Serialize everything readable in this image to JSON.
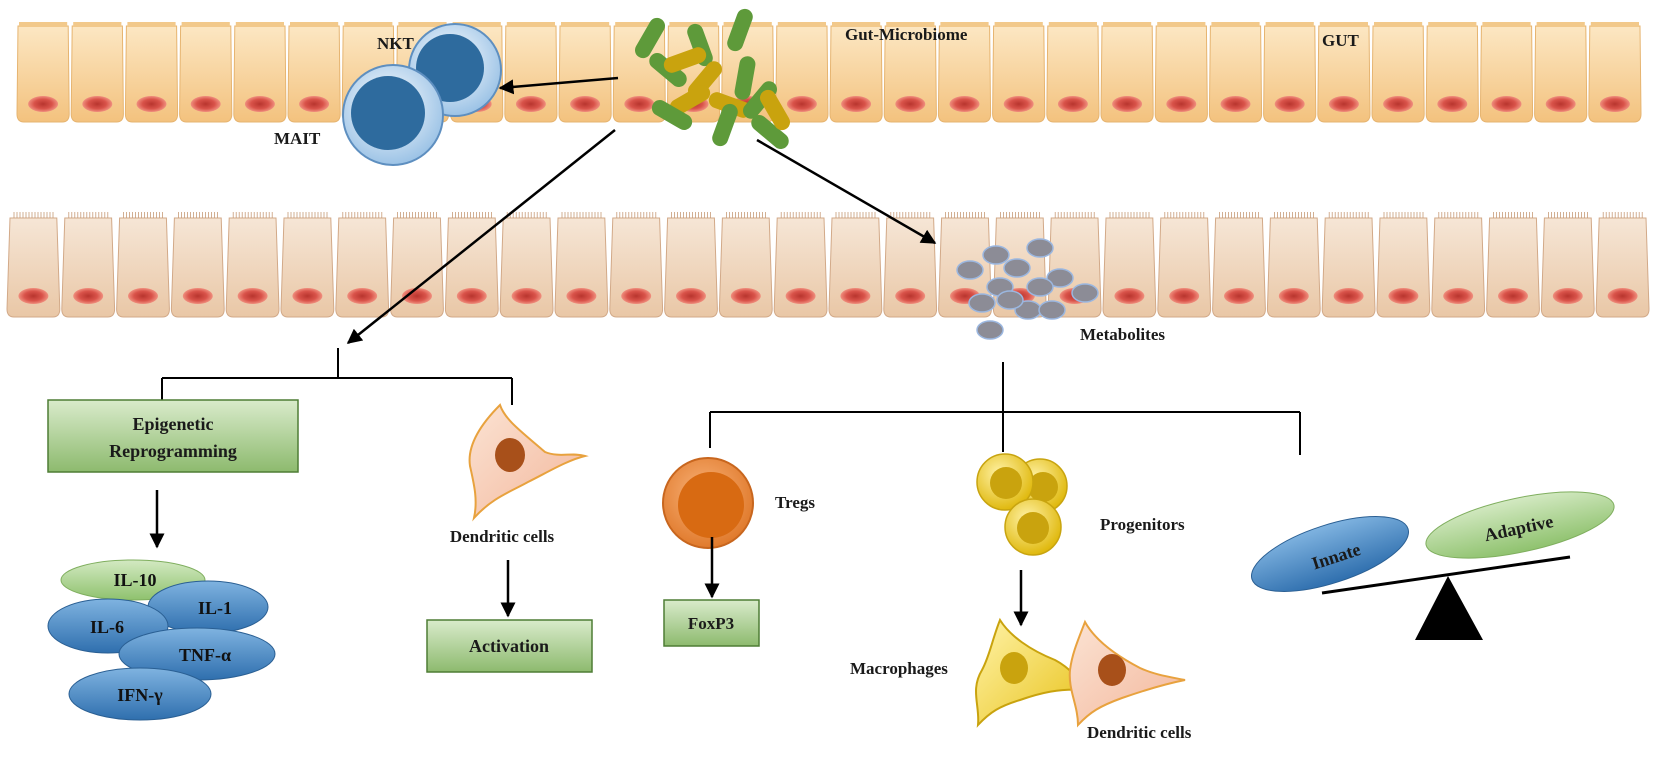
{
  "labels": {
    "nkt": "NKT",
    "mait": "MAIT",
    "gut_microbiome": "Gut-Microbiome",
    "gut": "GUT",
    "metabolites": "Metabolites",
    "epigenetic_line1": "Epigenetic",
    "epigenetic_line2": "Reprogramming",
    "dendritic_cells_left": "Dendritic cells",
    "activation": "Activation",
    "tregs": "Tregs",
    "foxp3": "FoxP3",
    "progenitors": "Progenitors",
    "macrophages": "Macrophages",
    "dendritic_cells_right": "Dendritic cells",
    "innate": "Innate",
    "adaptive": "Adaptive"
  },
  "cytokines": {
    "il10": "IL-10",
    "il1": "IL-1",
    "il6": "IL-6",
    "tnf": "TNF-α",
    "ifn": "IFN-γ"
  },
  "colors": {
    "epithelium_top": "#F7D39A",
    "epithelium_bottom": "#EFD3B6",
    "nucleus": "#D9534A",
    "bacteria_green": "#5E9A3A",
    "bacteria_yellow": "#C9A30E",
    "metabolite": "#8C8C96",
    "lymphocyte": "#2E6B9E",
    "treg": "#D36A1A",
    "progenitor": "#E6C21A",
    "box_green": "#A9CC8F",
    "cytokine_blue": "#4D8FCB",
    "cytokine_green": "#A8D08D"
  }
}
